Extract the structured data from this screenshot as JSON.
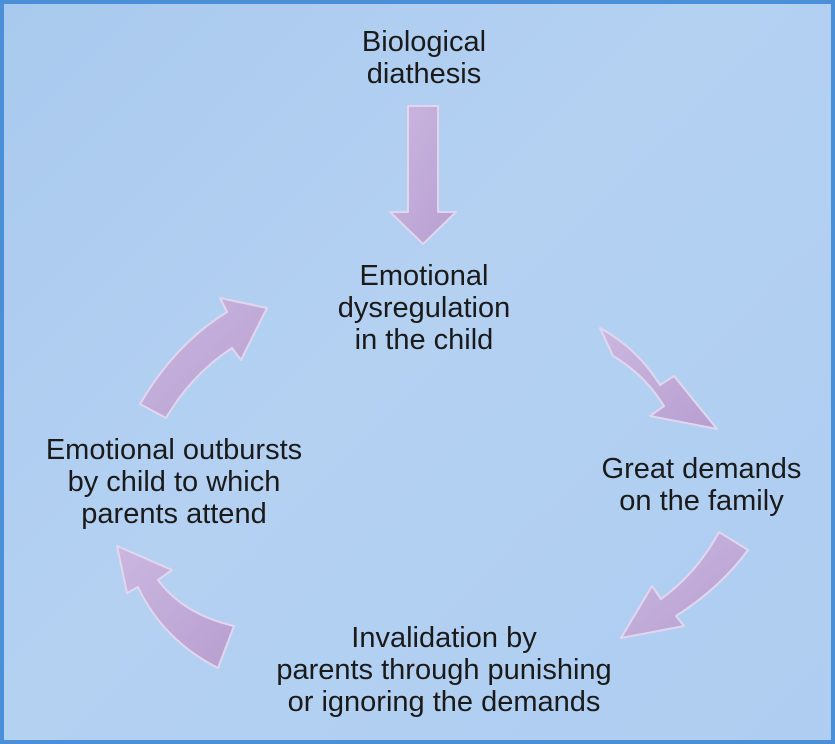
{
  "colors": {
    "background": "#b0cdef",
    "border": "#4a90d9",
    "arrow_fill": "#c2acd8",
    "arrow_stroke": "#e2d6ef",
    "text": "#1a1a1a"
  },
  "nodes": {
    "biological": "Biological\ndiathesis",
    "dysregulation": "Emotional\ndysregulation\nin the child",
    "demands": "Great demands\non the family",
    "invalidation": "Invalidation by\nparents through punishing\nor ignoring the demands",
    "outbursts": "Emotional outbursts\nby child to which\nparents attend"
  }
}
